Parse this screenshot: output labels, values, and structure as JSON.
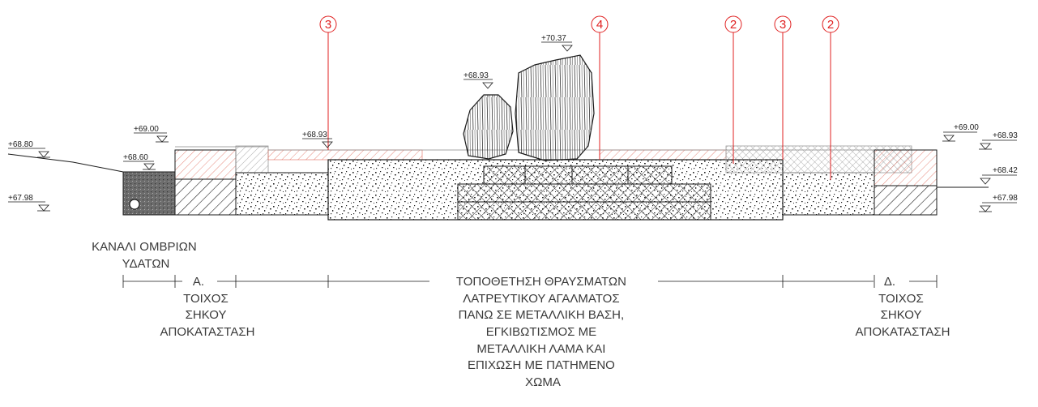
{
  "elevations": {
    "e1": "+68.80",
    "e2": "+68.60",
    "e3": "+67.98",
    "e4": "+69.00",
    "e5": "+68.93",
    "e6": "+68.93",
    "e7": "+70.37",
    "e8": "+69.00",
    "e9": "+68.93",
    "e10": "+68.42",
    "e11": "+67.98"
  },
  "callouts": {
    "c1": "3",
    "c2": "4",
    "c3": "2",
    "c4": "3",
    "c5": "2"
  },
  "captions": {
    "channel": [
      "ΚΑΝΑΛΙ ΟΜΒΡΙΩΝ",
      "ΥΔΑΤΩΝ"
    ],
    "wall_a": [
      "Α.",
      "ΤΟΙΧΟΣ",
      "ΣΗΚΟΥ",
      "ΑΠΟΚΑΤΑΣΤΑΣΗ"
    ],
    "center": [
      "ΤΟΠΟΘΕΤΗΣΗ ΘΡΑΥΣΜΑΤΩΝ",
      "ΛΑΤΡΕΥΤΙΚΟΥ ΑΓΑΛΜΑΤΟΣ",
      "ΠΑΝΩ ΣΕ ΜΕΤΑΛΛΙΚΗ ΒΑΣΗ,",
      "ΕΓΚΙΒΩΤΙΣΜΟΣ ΜΕ",
      "ΜΕΤΑΛΛΙΚΗ ΛΑΜΑ ΚΑΙ",
      "ΕΠΙΧΩΣΗ ΜΕ ΠΑΤΗΜΕΝΟ",
      "ΧΩΜΑ"
    ],
    "wall_d": [
      "Δ.",
      "ΤΟΙΧΟΣ",
      "ΣΗΚΟΥ",
      "ΑΠΟΚΑΤΑΣΤΑΣΗ"
    ]
  },
  "colors": {
    "line": "#1a1a1a",
    "callout": "#e02020",
    "hatch_red": "#e06a5a",
    "text": "#3a3a3a"
  }
}
